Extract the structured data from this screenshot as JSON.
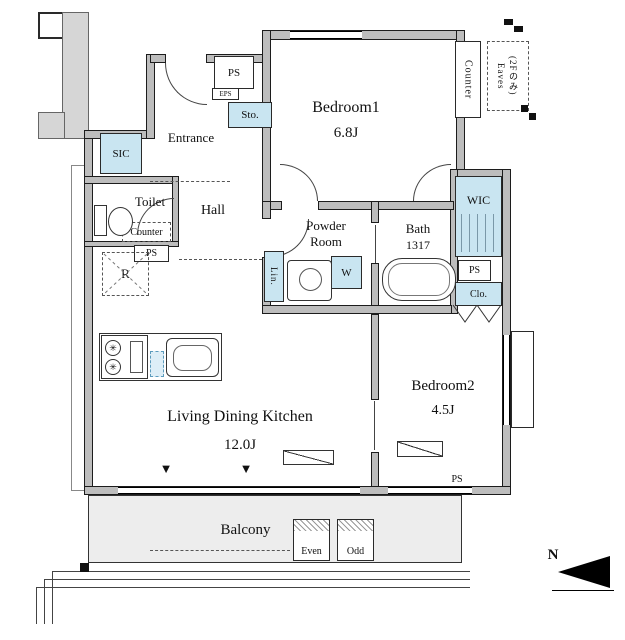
{
  "plan": {
    "rooms": {
      "bedroom1": {
        "name": "Bedroom1",
        "size": "6.8J"
      },
      "bedroom2": {
        "name": "Bedroom2",
        "size": "4.5J"
      },
      "ldk": {
        "name": "Living Dining Kitchen",
        "size": "12.0J"
      },
      "hall": {
        "name": "Hall"
      },
      "entrance": {
        "name": "Entrance"
      },
      "toilet": {
        "name": "Toilet"
      },
      "powder_room": {
        "line1": "Powder",
        "line2": "Room"
      },
      "bath": {
        "name": "Bath",
        "size": "1317"
      },
      "wic": {
        "name": "WIC"
      },
      "sic": {
        "name": "SIC"
      },
      "balcony": {
        "name": "Balcony"
      }
    },
    "features": {
      "ps": "PS",
      "eps": "EPS",
      "sto": "Sto.",
      "clo": "Clo.",
      "lin": "Lin.",
      "washer": "W",
      "fridge": "R",
      "counter_right": "Counter",
      "counter_kitchen": "Counter",
      "eaves_line1": "Eaves",
      "eaves_line2": "(2Fのみ)",
      "even": "Even",
      "odd": "Odd"
    },
    "compass": {
      "north": "N"
    },
    "icons": {
      "down_triangle": "▼",
      "burner_snowflake": "✳"
    },
    "colors": {
      "highlight_blue": "#c9e5f1",
      "wall_gray": "#bdbdbd",
      "balcony_gray": "#ededed"
    }
  }
}
